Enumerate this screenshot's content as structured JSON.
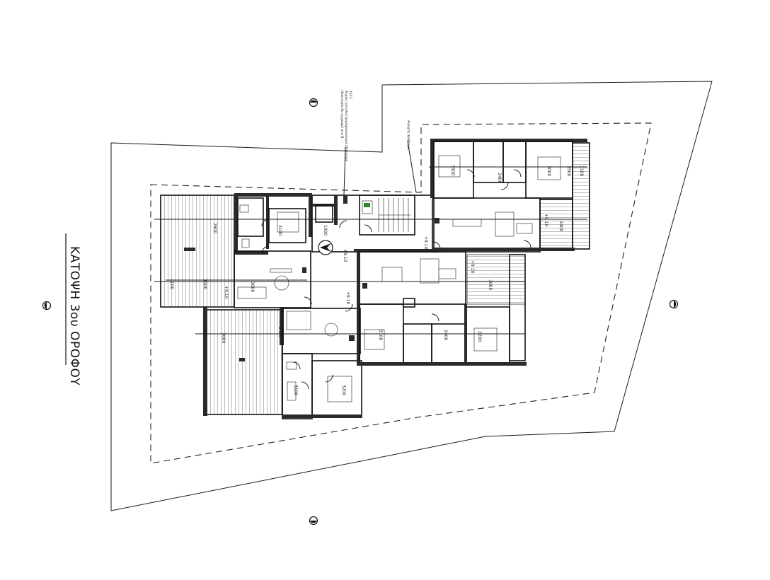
{
  "drawing": {
    "title": "ΚΑΤΟΨΗ 3ου ΟΡΟΦΟΥ",
    "building_note_lines": [
      "Ιδιοκτησία θα εγγραφεί στα Β.",
      "Χώρος για ηλεκτρομηχανολογικό εξοπλισμό",
      "1413"
    ],
    "side_note": "Ανοιχτή πρόβλεψη"
  },
  "dimensions": [
    "3100",
    "2600",
    "3000",
    "1100",
    "3500",
    "3000",
    "2400",
    "3000",
    "2200",
    "1000",
    "3000",
    "2400",
    "3100",
    "2400",
    "3200",
    "3000",
    "1100",
    "3500",
    "2400",
    "3100"
  ],
  "level_marks": [
    "+9.10",
    "+9.10",
    "+9.10",
    "+9.10",
    "+9.10",
    "+9.10"
  ],
  "icons": {
    "north": "north-compass-icon",
    "section": "section-marker-icon"
  }
}
